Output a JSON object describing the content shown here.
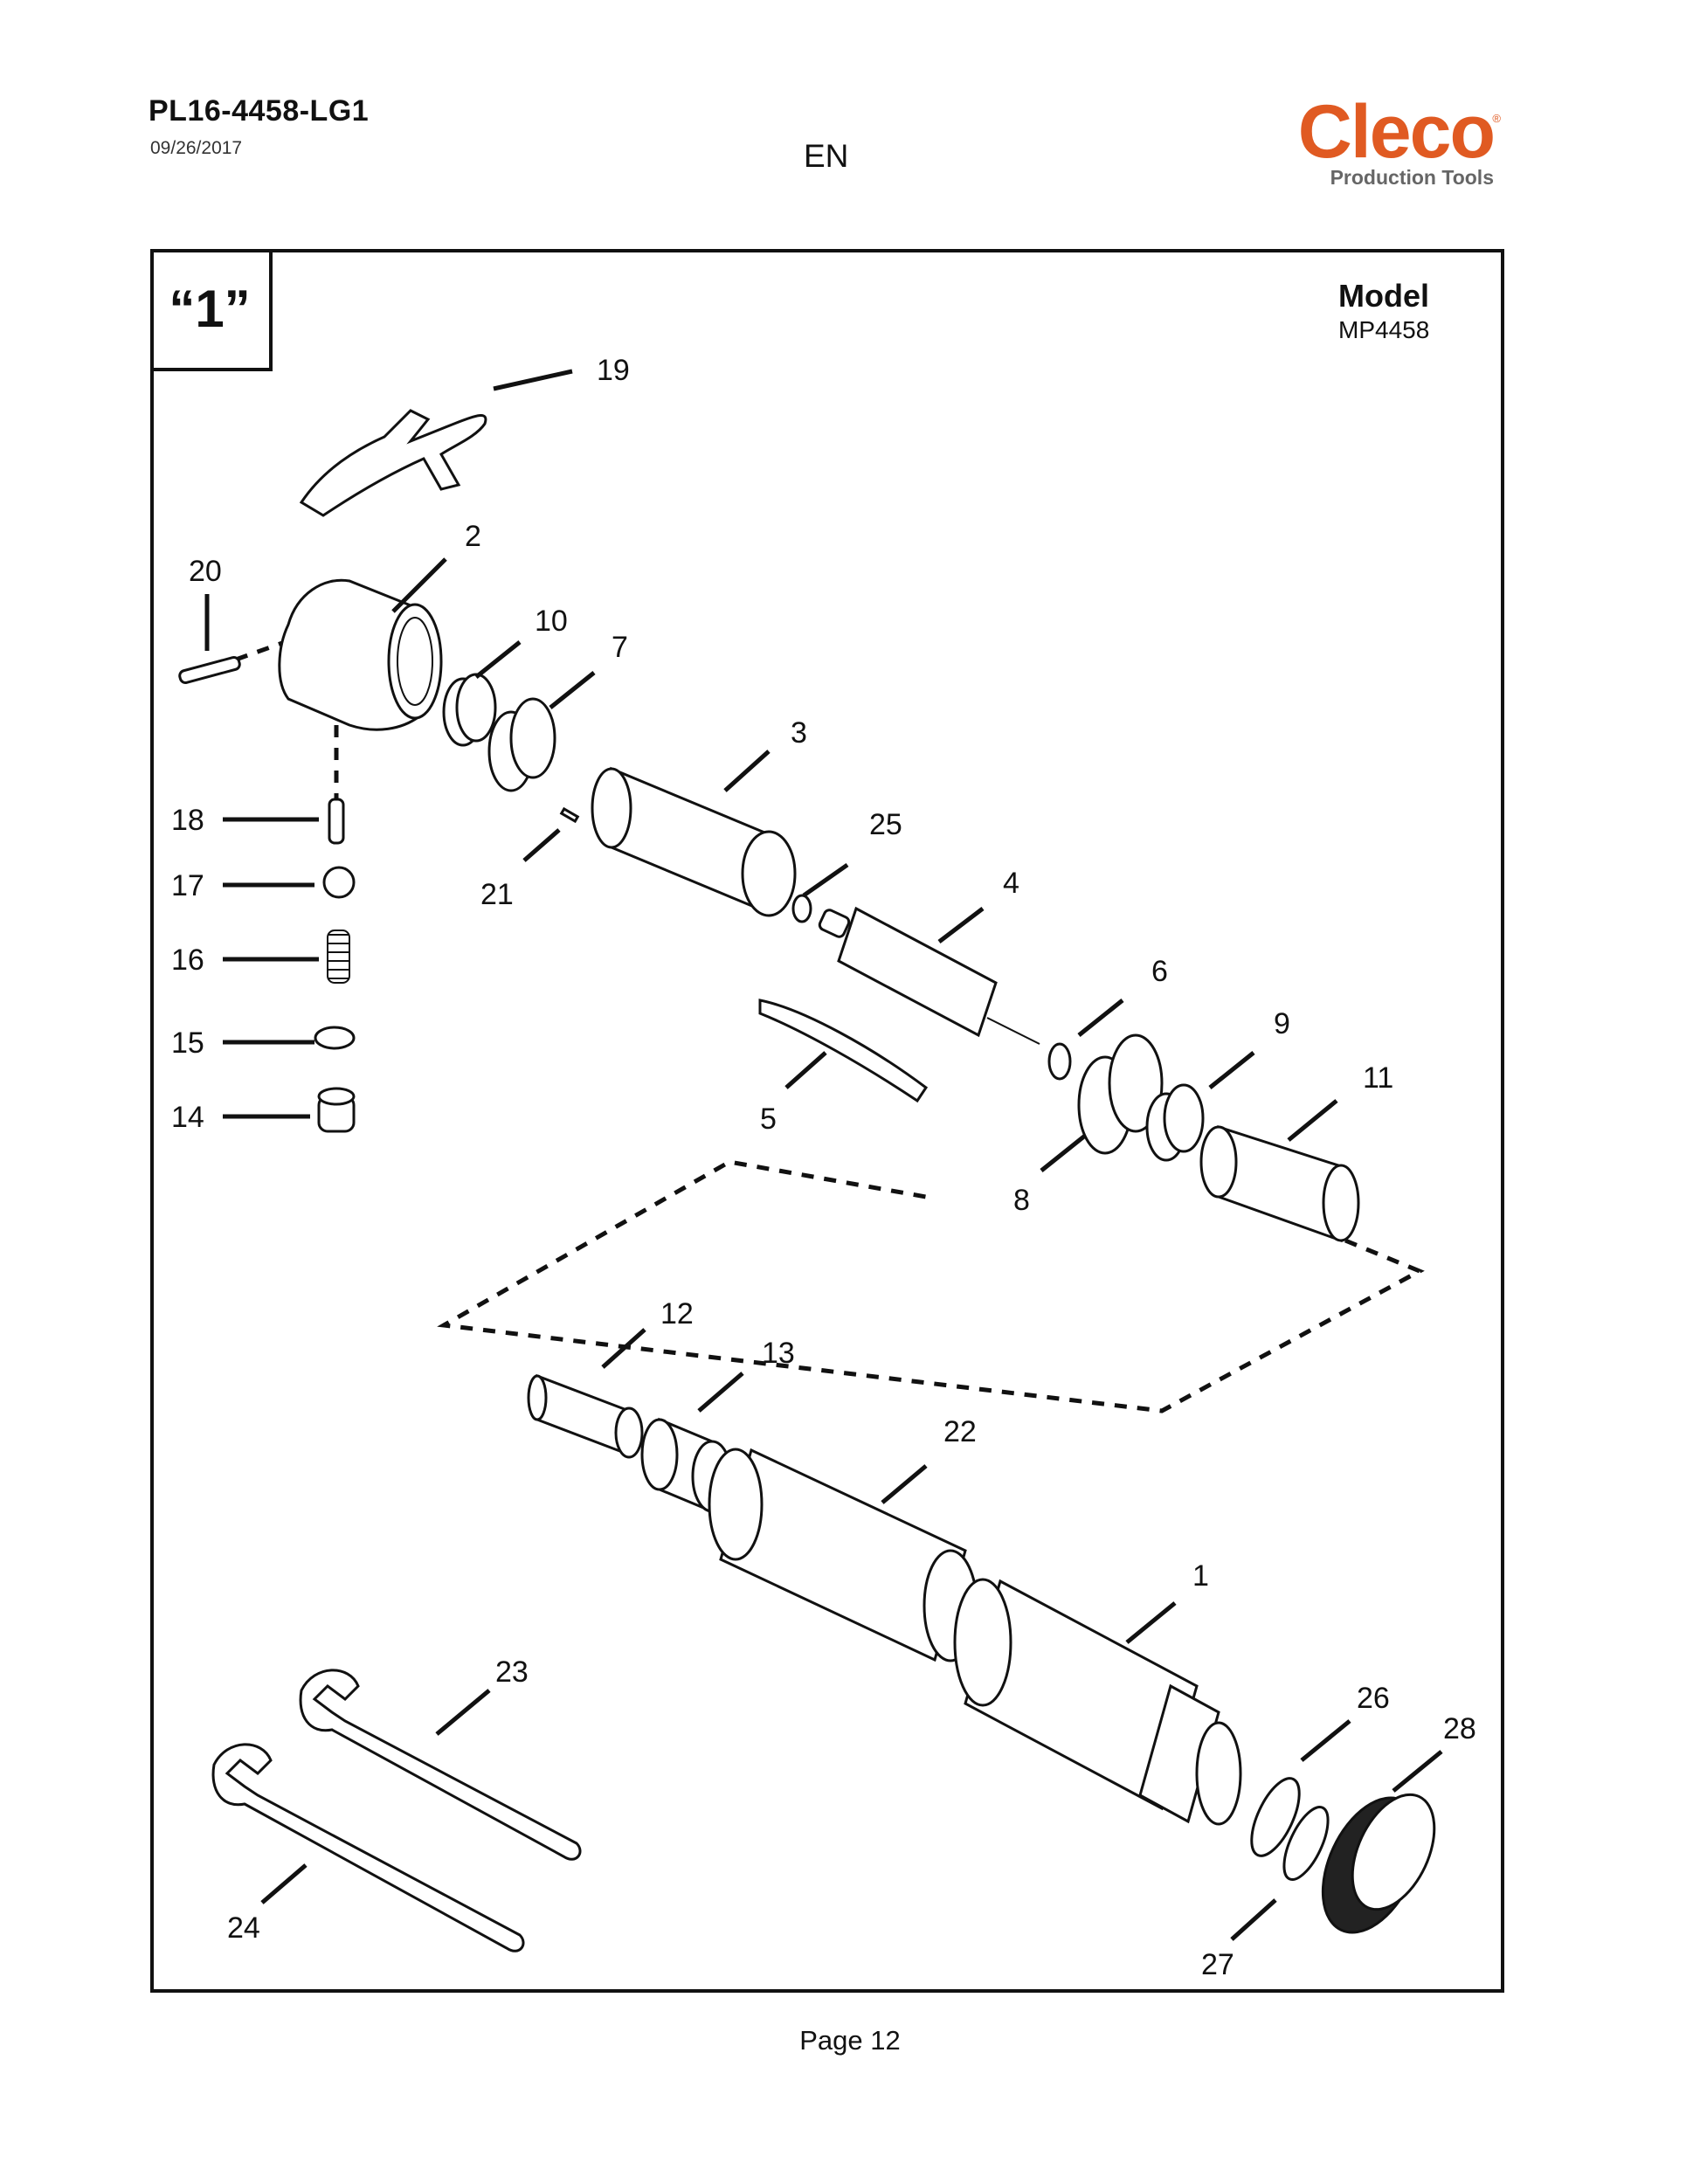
{
  "header": {
    "doc_id": "PL16-4458-LG1",
    "date": "09/26/2017",
    "language": "EN",
    "logo": {
      "brand": "Cleco",
      "registered": "®",
      "tagline": "Production Tools"
    }
  },
  "figure": {
    "number": "“1”",
    "model_label": "Model",
    "model_value": "MP4458",
    "callouts": [
      "19",
      "2",
      "20",
      "10",
      "7",
      "3",
      "18",
      "25",
      "21",
      "4",
      "17",
      "16",
      "6",
      "9",
      "15",
      "11",
      "14",
      "5",
      "8",
      "12",
      "13",
      "22",
      "1",
      "23",
      "26",
      "28",
      "24",
      "27"
    ]
  },
  "footer": {
    "page": "Page 12"
  }
}
